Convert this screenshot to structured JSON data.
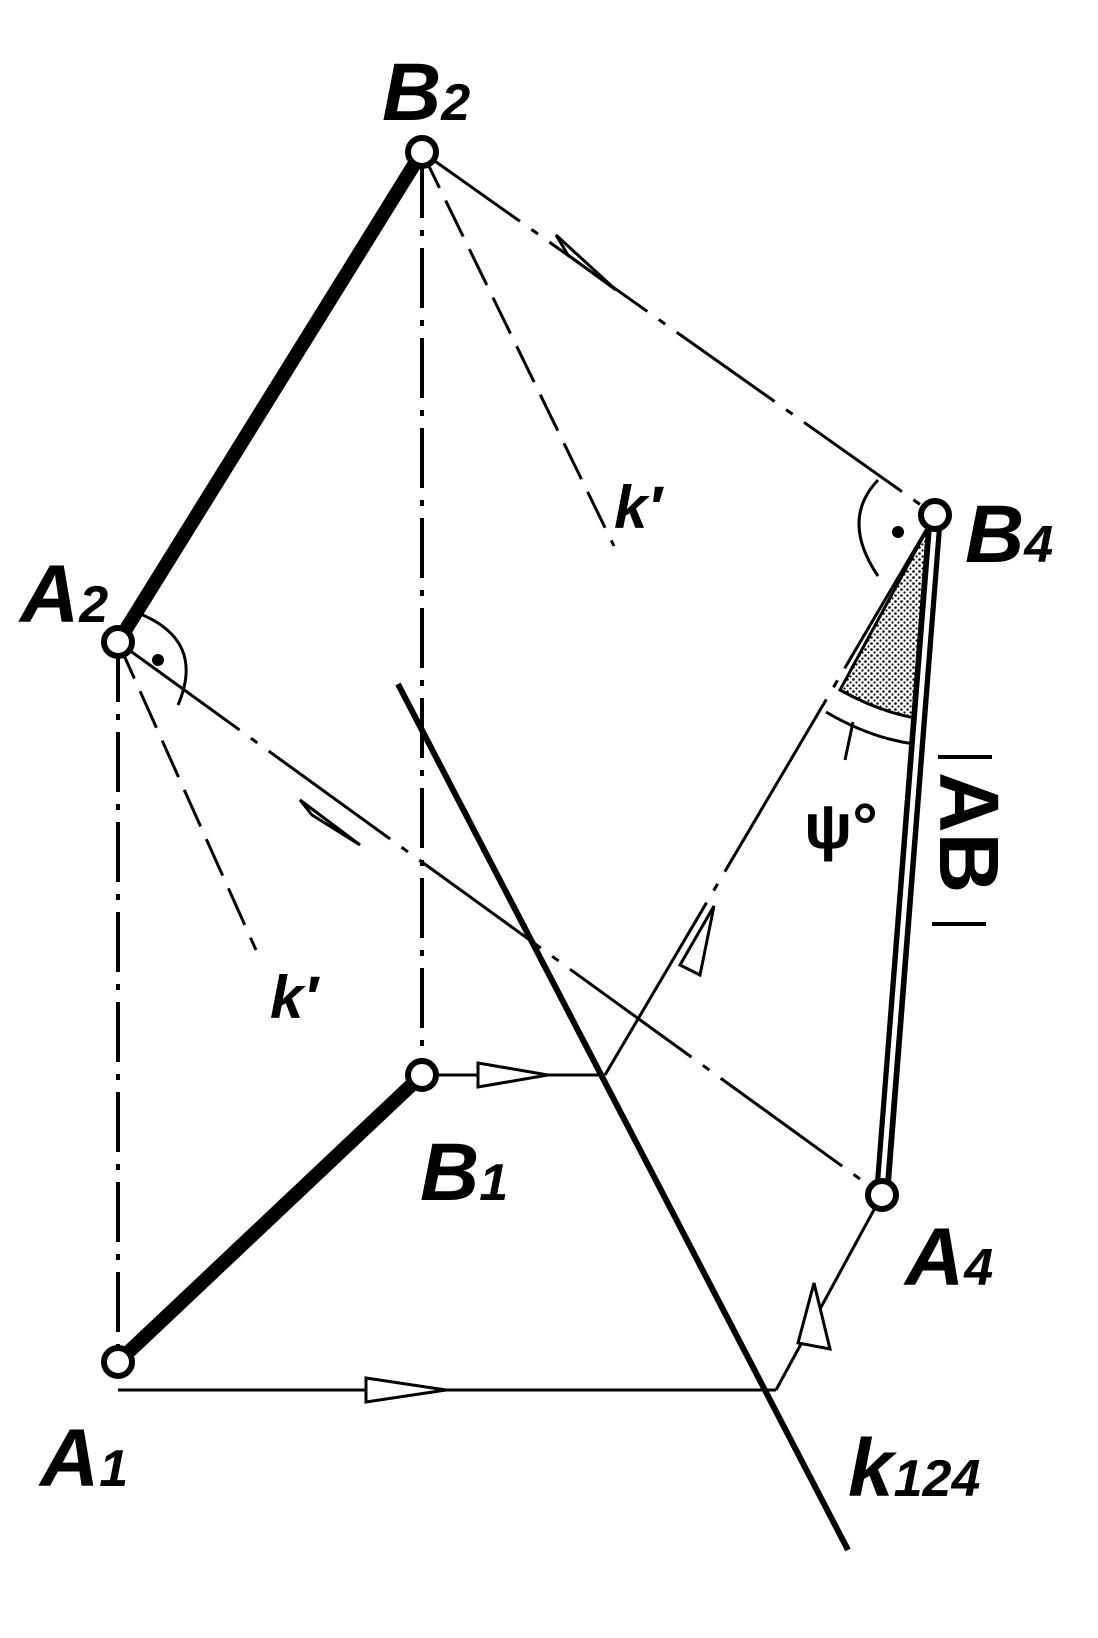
{
  "diagram": {
    "points": {
      "A1": {
        "letter": "A",
        "sub": "1"
      },
      "A2": {
        "letter": "A",
        "sub": "2"
      },
      "A4": {
        "letter": "A",
        "sub": "4"
      },
      "B1": {
        "letter": "B",
        "sub": "1"
      },
      "B2": {
        "letter": "B",
        "sub": "2"
      },
      "B4": {
        "letter": "B",
        "sub": "4"
      }
    },
    "axis_label": {
      "letter": "k",
      "sub": "124"
    },
    "kprime_label": "k′",
    "angle_label": "ψ°",
    "true_length_label": "AB",
    "colors": {
      "ink": "#000000",
      "paper": "#ffffff",
      "shade": "#555555"
    }
  }
}
